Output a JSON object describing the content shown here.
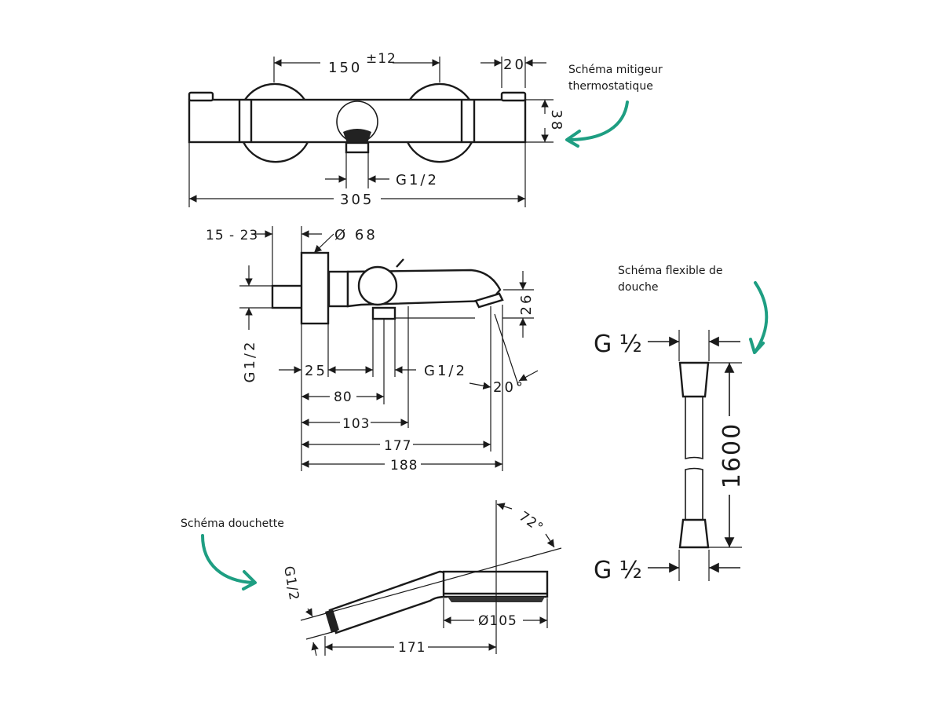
{
  "annotations": {
    "thermostat": {
      "line1": "Schéma mitigeur",
      "line2": "thermostatique"
    },
    "hose": {
      "line1": "Schéma flexible de",
      "line2": "douche"
    },
    "handshower": {
      "line1": "Schéma douchette"
    }
  },
  "accent_color": "#1e9e82",
  "thermostat_top": {
    "spacing": "150",
    "spacing_tolerance": "±12",
    "end_width": "20",
    "height": "38",
    "outlet_thread": "G1/2",
    "total_width": "305"
  },
  "thermostat_side": {
    "wall_offset": "15 - 23",
    "diameter": "Ø 68",
    "inlet_thread": "G1/2",
    "d25": "25",
    "outlet_thread": "G1/2",
    "angle": "20°",
    "spout_height": "26",
    "d80": "80",
    "d103": "103",
    "d177": "177",
    "d188": "188"
  },
  "hose": {
    "top_thread": "G ½",
    "bottom_thread": "G ½",
    "length": "1600"
  },
  "handshower": {
    "thread": "G1/2",
    "angle": "72°",
    "diameter": "Ø105",
    "length": "171"
  }
}
